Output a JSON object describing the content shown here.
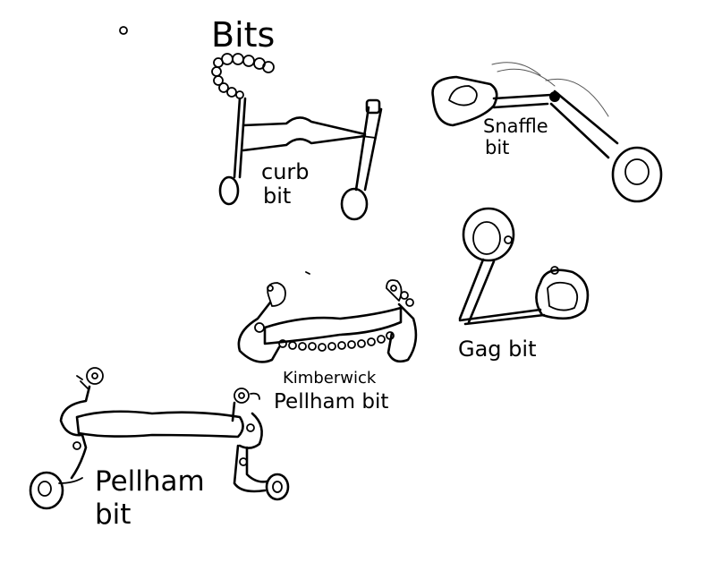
{
  "title": "Bits",
  "items": [
    {
      "id": "curb",
      "label_line1": "curb",
      "label_line2": "bit"
    },
    {
      "id": "snaffle",
      "label_line1": "Snaffle",
      "label_line2": "bit"
    },
    {
      "id": "gag",
      "label_line1": "Gag bit",
      "label_line2": ""
    },
    {
      "id": "kimberwick",
      "label_line1": "Kimberwick",
      "label_line2": "Pellham bit"
    },
    {
      "id": "pellham",
      "label_line1": "Pellham",
      "label_line2": "bit"
    }
  ]
}
